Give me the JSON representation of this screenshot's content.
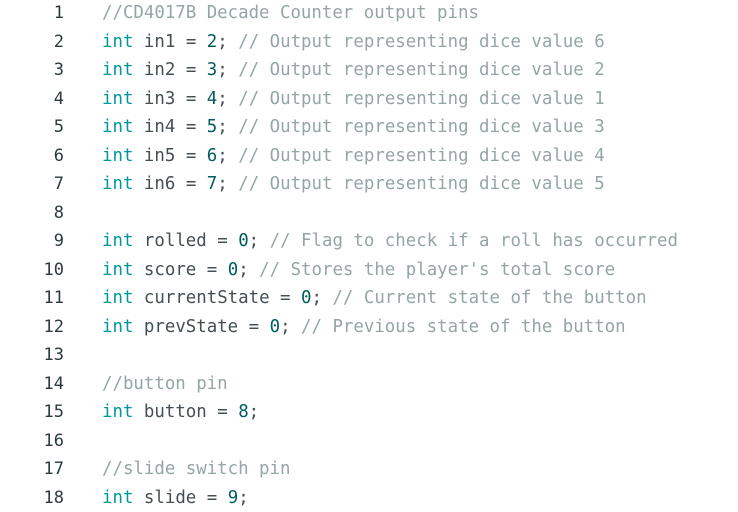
{
  "editor": {
    "lines": [
      {
        "n": "1",
        "kw": "",
        "ident": "",
        "eq": "",
        "val": "",
        "semi": "",
        "comment": "//CD4017B Decade Counter output pins"
      },
      {
        "n": "2",
        "kw": "int",
        "ident": "in1",
        "eq": "=",
        "val": "2",
        "semi": ";",
        "comment": "// Output representing dice value 6"
      },
      {
        "n": "3",
        "kw": "int",
        "ident": "in2",
        "eq": "=",
        "val": "3",
        "semi": ";",
        "comment": "// Output representing dice value 2"
      },
      {
        "n": "4",
        "kw": "int",
        "ident": "in3",
        "eq": "=",
        "val": "4",
        "semi": ";",
        "comment": "// Output representing dice value 1"
      },
      {
        "n": "5",
        "kw": "int",
        "ident": "in4",
        "eq": "=",
        "val": "5",
        "semi": ";",
        "comment": "// Output representing dice value 3"
      },
      {
        "n": "6",
        "kw": "int",
        "ident": "in5",
        "eq": "=",
        "val": "6",
        "semi": ";",
        "comment": "// Output representing dice value 4"
      },
      {
        "n": "7",
        "kw": "int",
        "ident": "in6",
        "eq": "=",
        "val": "7",
        "semi": ";",
        "comment": "// Output representing dice value 5"
      },
      {
        "n": "8",
        "kw": "",
        "ident": "",
        "eq": "",
        "val": "",
        "semi": "",
        "comment": ""
      },
      {
        "n": "9",
        "kw": "int",
        "ident": "rolled",
        "eq": "=",
        "val": "0",
        "semi": ";",
        "comment": "// Flag to check if a roll has occurred"
      },
      {
        "n": "10",
        "kw": "int",
        "ident": "score",
        "eq": "=",
        "val": "0",
        "semi": ";",
        "comment": "// Stores the player's total score"
      },
      {
        "n": "11",
        "kw": "int",
        "ident": "currentState",
        "eq": "=",
        "val": "0",
        "semi": ";",
        "comment": "// Current state of the button"
      },
      {
        "n": "12",
        "kw": "int",
        "ident": "prevState",
        "eq": "=",
        "val": "0",
        "semi": ";",
        "comment": "// Previous state of the button"
      },
      {
        "n": "13",
        "kw": "",
        "ident": "",
        "eq": "",
        "val": "",
        "semi": "",
        "comment": ""
      },
      {
        "n": "14",
        "kw": "",
        "ident": "",
        "eq": "",
        "val": "",
        "semi": "",
        "comment": "//button pin"
      },
      {
        "n": "15",
        "kw": "int",
        "ident": "button",
        "eq": "=",
        "val": "8",
        "semi": ";",
        "comment": ""
      },
      {
        "n": "16",
        "kw": "",
        "ident": "",
        "eq": "",
        "val": "",
        "semi": "",
        "comment": ""
      },
      {
        "n": "17",
        "kw": "",
        "ident": "",
        "eq": "",
        "val": "",
        "semi": "",
        "comment": "//slide switch pin"
      },
      {
        "n": "18",
        "kw": "int",
        "ident": "slide",
        "eq": "=",
        "val": "9",
        "semi": ";",
        "comment": ""
      }
    ]
  },
  "colors": {
    "keyword": "#00979d",
    "number": "#005c5f",
    "comment": "#95a5a6",
    "identifier": "#434f54",
    "line_number": "#2b3a3e",
    "background": "#ffffff"
  }
}
